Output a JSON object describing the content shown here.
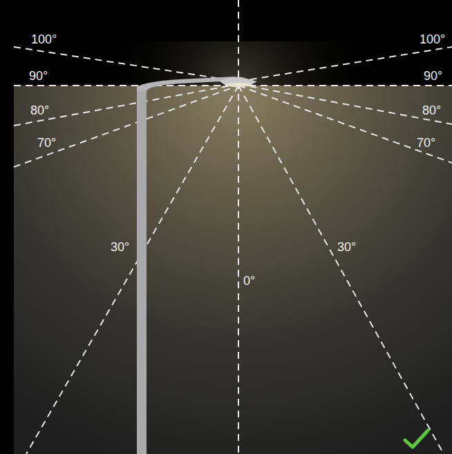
{
  "diagram": {
    "labels": [
      "100°",
      "100°",
      "90°",
      "90°",
      "80°",
      "80°",
      "70°",
      "70°",
      "30°",
      "30°",
      "0°"
    ]
  }
}
